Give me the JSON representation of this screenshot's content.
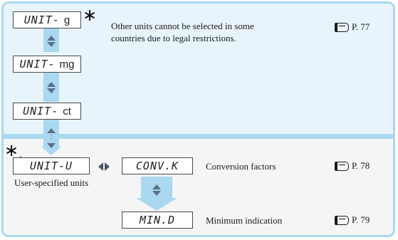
{
  "colors": {
    "panel_border": "#a9d8f0",
    "top_panel": "#e8f4fb",
    "bottom_panel": "#f5f5f5",
    "arrow": "#a9d8f0",
    "diamond": "#5c6f85"
  },
  "displays": {
    "g": {
      "code": "UNIT-",
      "unit": "g"
    },
    "mg": {
      "code": "UNIT-",
      "unit": "mg"
    },
    "ct": {
      "code": "UNIT-",
      "unit": "ct"
    },
    "u": {
      "code": "UNIT-U"
    },
    "conv": {
      "code": "CONV.K"
    },
    "min": {
      "code": "MIN.D"
    }
  },
  "marks": {
    "asterisk": "∗",
    "asterisk_1": "∗",
    "asterisk_1_index": "1"
  },
  "notes": {
    "legal": "Other units cannot be selected in some countries due to legal restrictions.",
    "user_specified": "User-specified units",
    "conversion": "Conversion factors",
    "minimum": "Minimum indication"
  },
  "refs": {
    "p77": "P. 77",
    "p78": "P. 78",
    "p79": "P. 79"
  },
  "icons": {
    "page_ref": "pointing-hand-icon",
    "cycle": "up-down-diamond-icon",
    "toggle": "left-right-diamond-icon"
  }
}
